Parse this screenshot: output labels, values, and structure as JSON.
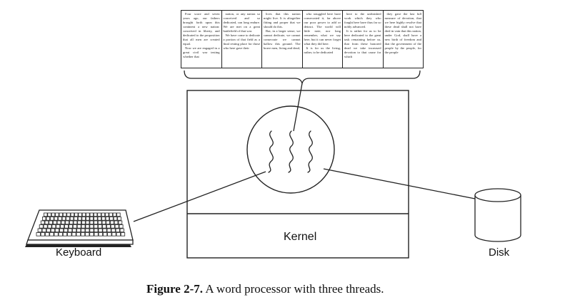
{
  "document_columns": [
    [
      "Four score and seven years ago, our fathers brought forth upon this continent a new nation: conceived in liberty, and dedicated to the proposition that all men are created equal.",
      "Now we are engaged in a great civil war testing whether that"
    ],
    [
      "nation, or any nation so conceived and so dedicated, can long endure. We are met on a great battlefield of that war.",
      "We have come to dedicate a portion of that field as a final resting place for those who here gave their"
    ],
    [
      "lives that this nation might live. It is altogether fitting and proper that we should do this.",
      "But, in a larger sense, we cannot dedicate, we cannot consecrate we cannot hallow this ground. The brave men, living and dead,"
    ],
    [
      "who struggled here have consecrated it, far above our poor power to add or detract. The world will little note, nor long remember, what we say here, but it can never forget what they did here.",
      "It is for us the living, rather, to be dedicated"
    ],
    [
      "here to the unfinished work which they who fought here have thus far so nobly advanced.",
      "It is rather for us to be here dedicated to the great task remaining before us, that from these honored dead we take increased devotion to that cause for which"
    ],
    [
      "they gave the last full measure of devotion, that we here highly resolve that these dead shall not have died in vain that this nation, under God, shall have a new birth of freedom and that the government of the people by the people, for the people"
    ]
  ],
  "labels": {
    "kernel": "Kernel",
    "keyboard": "Keyboard",
    "disk": "Disk"
  },
  "caption": {
    "figure_number": "Figure 2-7.",
    "text": "A word processor with three threads."
  },
  "thread_count": 3
}
